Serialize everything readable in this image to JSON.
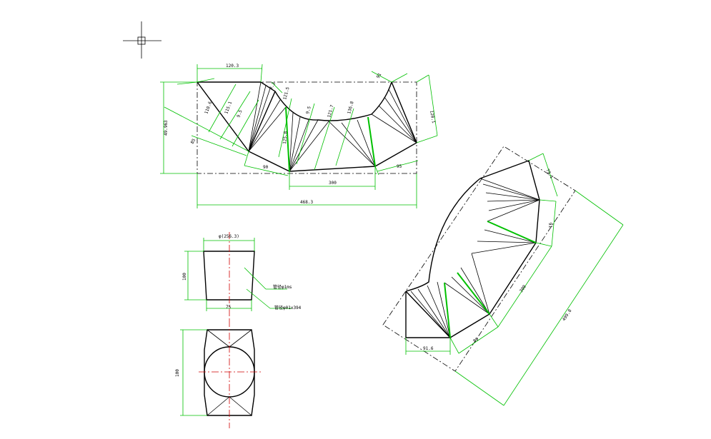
{
  "dimensions": {
    "top_width": "120.3",
    "left_height": "49.963",
    "total_width": "468.3",
    "chord_300": "300",
    "right_side": "120.1",
    "small_90": "90",
    "small_95": "95",
    "seg_a": "110.6",
    "seg_b": "115.1",
    "seg_c": "9.5",
    "seg_d": "121.5",
    "seg_e": "9.5",
    "seg_f": "121.7",
    "seg_g": "136.8",
    "seg_h": "3.3",
    "seg_i": "125.8",
    "small_91": "91",
    "side_85": "85"
  },
  "elevation": {
    "top_label": "φ(256.3)",
    "height_label": "100",
    "bottom_label": "75",
    "note_1": "管径φ1ms",
    "note_2": "管径φ01x394"
  },
  "plan": {
    "height_label": "100"
  },
  "rotated": {
    "dim_a": "79.1",
    "dim_b": "91",
    "dim_c": "300",
    "dim_d": "499.8",
    "dim_e": "91.6",
    "dim_f": "90"
  },
  "colors": {
    "outline": "#000000",
    "dimension": "#00c000",
    "centerline": "#d00000"
  },
  "icons": {
    "cursor": "crosshair-cursor-icon"
  }
}
